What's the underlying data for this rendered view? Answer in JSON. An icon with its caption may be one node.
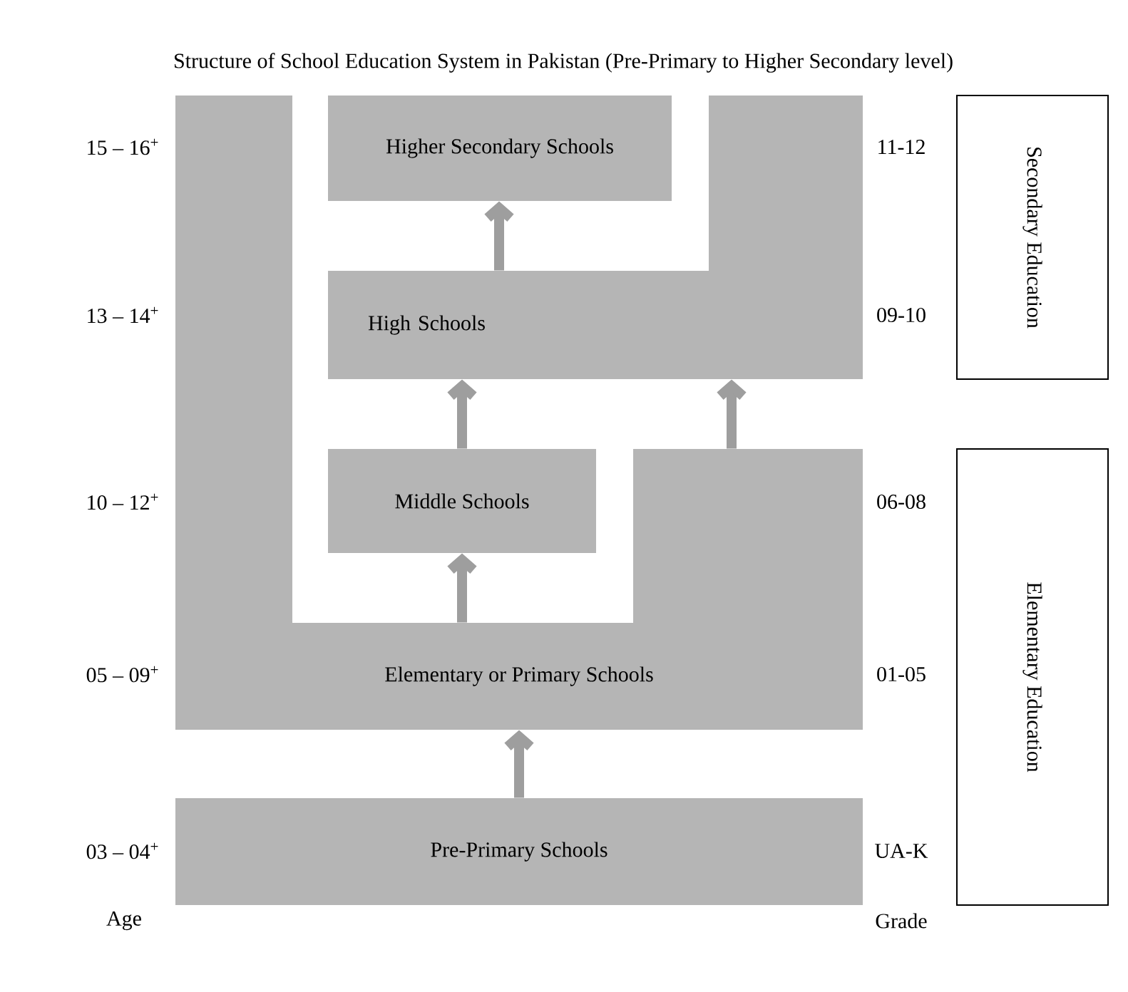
{
  "diagram": {
    "title": "Structure of School Education System in Pakistan (Pre-Primary to Higher Secondary level)",
    "nodes": [
      {
        "text": [
          "Higher Secondary Schools"
        ]
      },
      {
        "text": [
          "High Schools"
        ]
      },
      {
        "text": [
          "Middle Schools"
        ]
      },
      {
        "text": [
          "Elementary or Primary Schools"
        ]
      },
      {
        "text": [
          "Pre-Primary Schools"
        ]
      },
      {
        "text": [
          "Secondary Education"
        ]
      },
      {
        "text": [
          "Elementary Education"
        ]
      },
      {
        "text": [],
        "shape": "box"
      },
      {
        "text": [],
        "shape": "box"
      },
      {
        "text": [],
        "shape": "box"
      }
    ],
    "edges": [
      {
        "from": 1,
        "to": 0,
        "arrow": "to"
      },
      {
        "from": 2,
        "to": 1,
        "arrow": "to"
      },
      {
        "from": 9,
        "to": 1,
        "arrow": "to"
      },
      {
        "from": 3,
        "to": 2,
        "arrow": "to"
      },
      {
        "from": 4,
        "to": 3,
        "arrow": "to"
      }
    ],
    "labels": [
      "15 – 16$^{+}$",
      "11-12",
      "13 – 14$^{+}$",
      "09-10",
      "10 – 12$^{+}$",
      "06-08",
      "05 – 09$^{+}$",
      "01-05",
      "03 – 04$^{+}$",
      "UA-K",
      "Age",
      "Grade"
    ]
  }
}
